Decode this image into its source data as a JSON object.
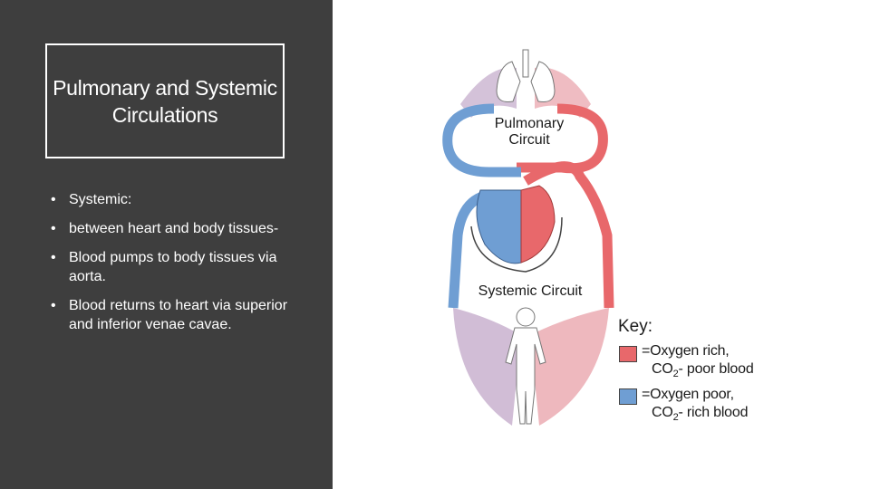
{
  "slide": {
    "title": "Pulmonary and Systemic Circulations",
    "bullets": [
      "Systemic:",
      "between heart and body tissues-",
      "Blood pumps to body tissues via aorta.",
      " Blood returns to heart via superior and inferior venae cavae."
    ]
  },
  "diagram": {
    "pulmonary_label_1": "Pulmonary",
    "pulmonary_label_2": "Circuit",
    "systemic_label": "Systemic Circuit",
    "key_title": "Key:",
    "key_items": [
      {
        "line1": "=Oxygen rich,",
        "line2_a": "CO",
        "line2_sub": "2",
        "line2_b": "- poor blood",
        "color": "#e8686b"
      },
      {
        "line1": "=Oxygen poor,",
        "line2_a": "CO",
        "line2_sub": "2",
        "line2_b": "- rich blood",
        "color": "#6f9ed3"
      }
    ],
    "colors": {
      "oxygen_rich": "#e8686b",
      "oxygen_poor": "#6f9ed3",
      "capillary": "#b89ac0",
      "panel": "#3e3e3e"
    }
  }
}
